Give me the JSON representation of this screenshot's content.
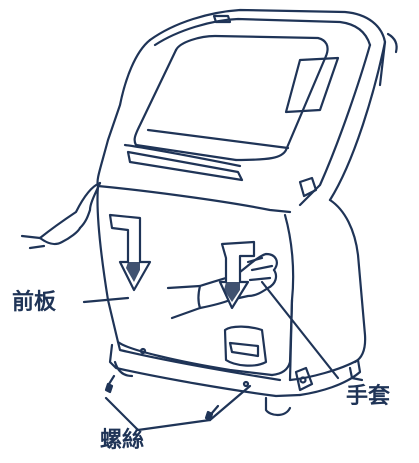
{
  "diagram": {
    "labels": {
      "front_panel": "前板",
      "glove": "手套",
      "screws": "螺絲"
    },
    "colors": {
      "line": "#1f3457",
      "arrow_fill": "#1f3457",
      "background": "#ffffff"
    }
  }
}
